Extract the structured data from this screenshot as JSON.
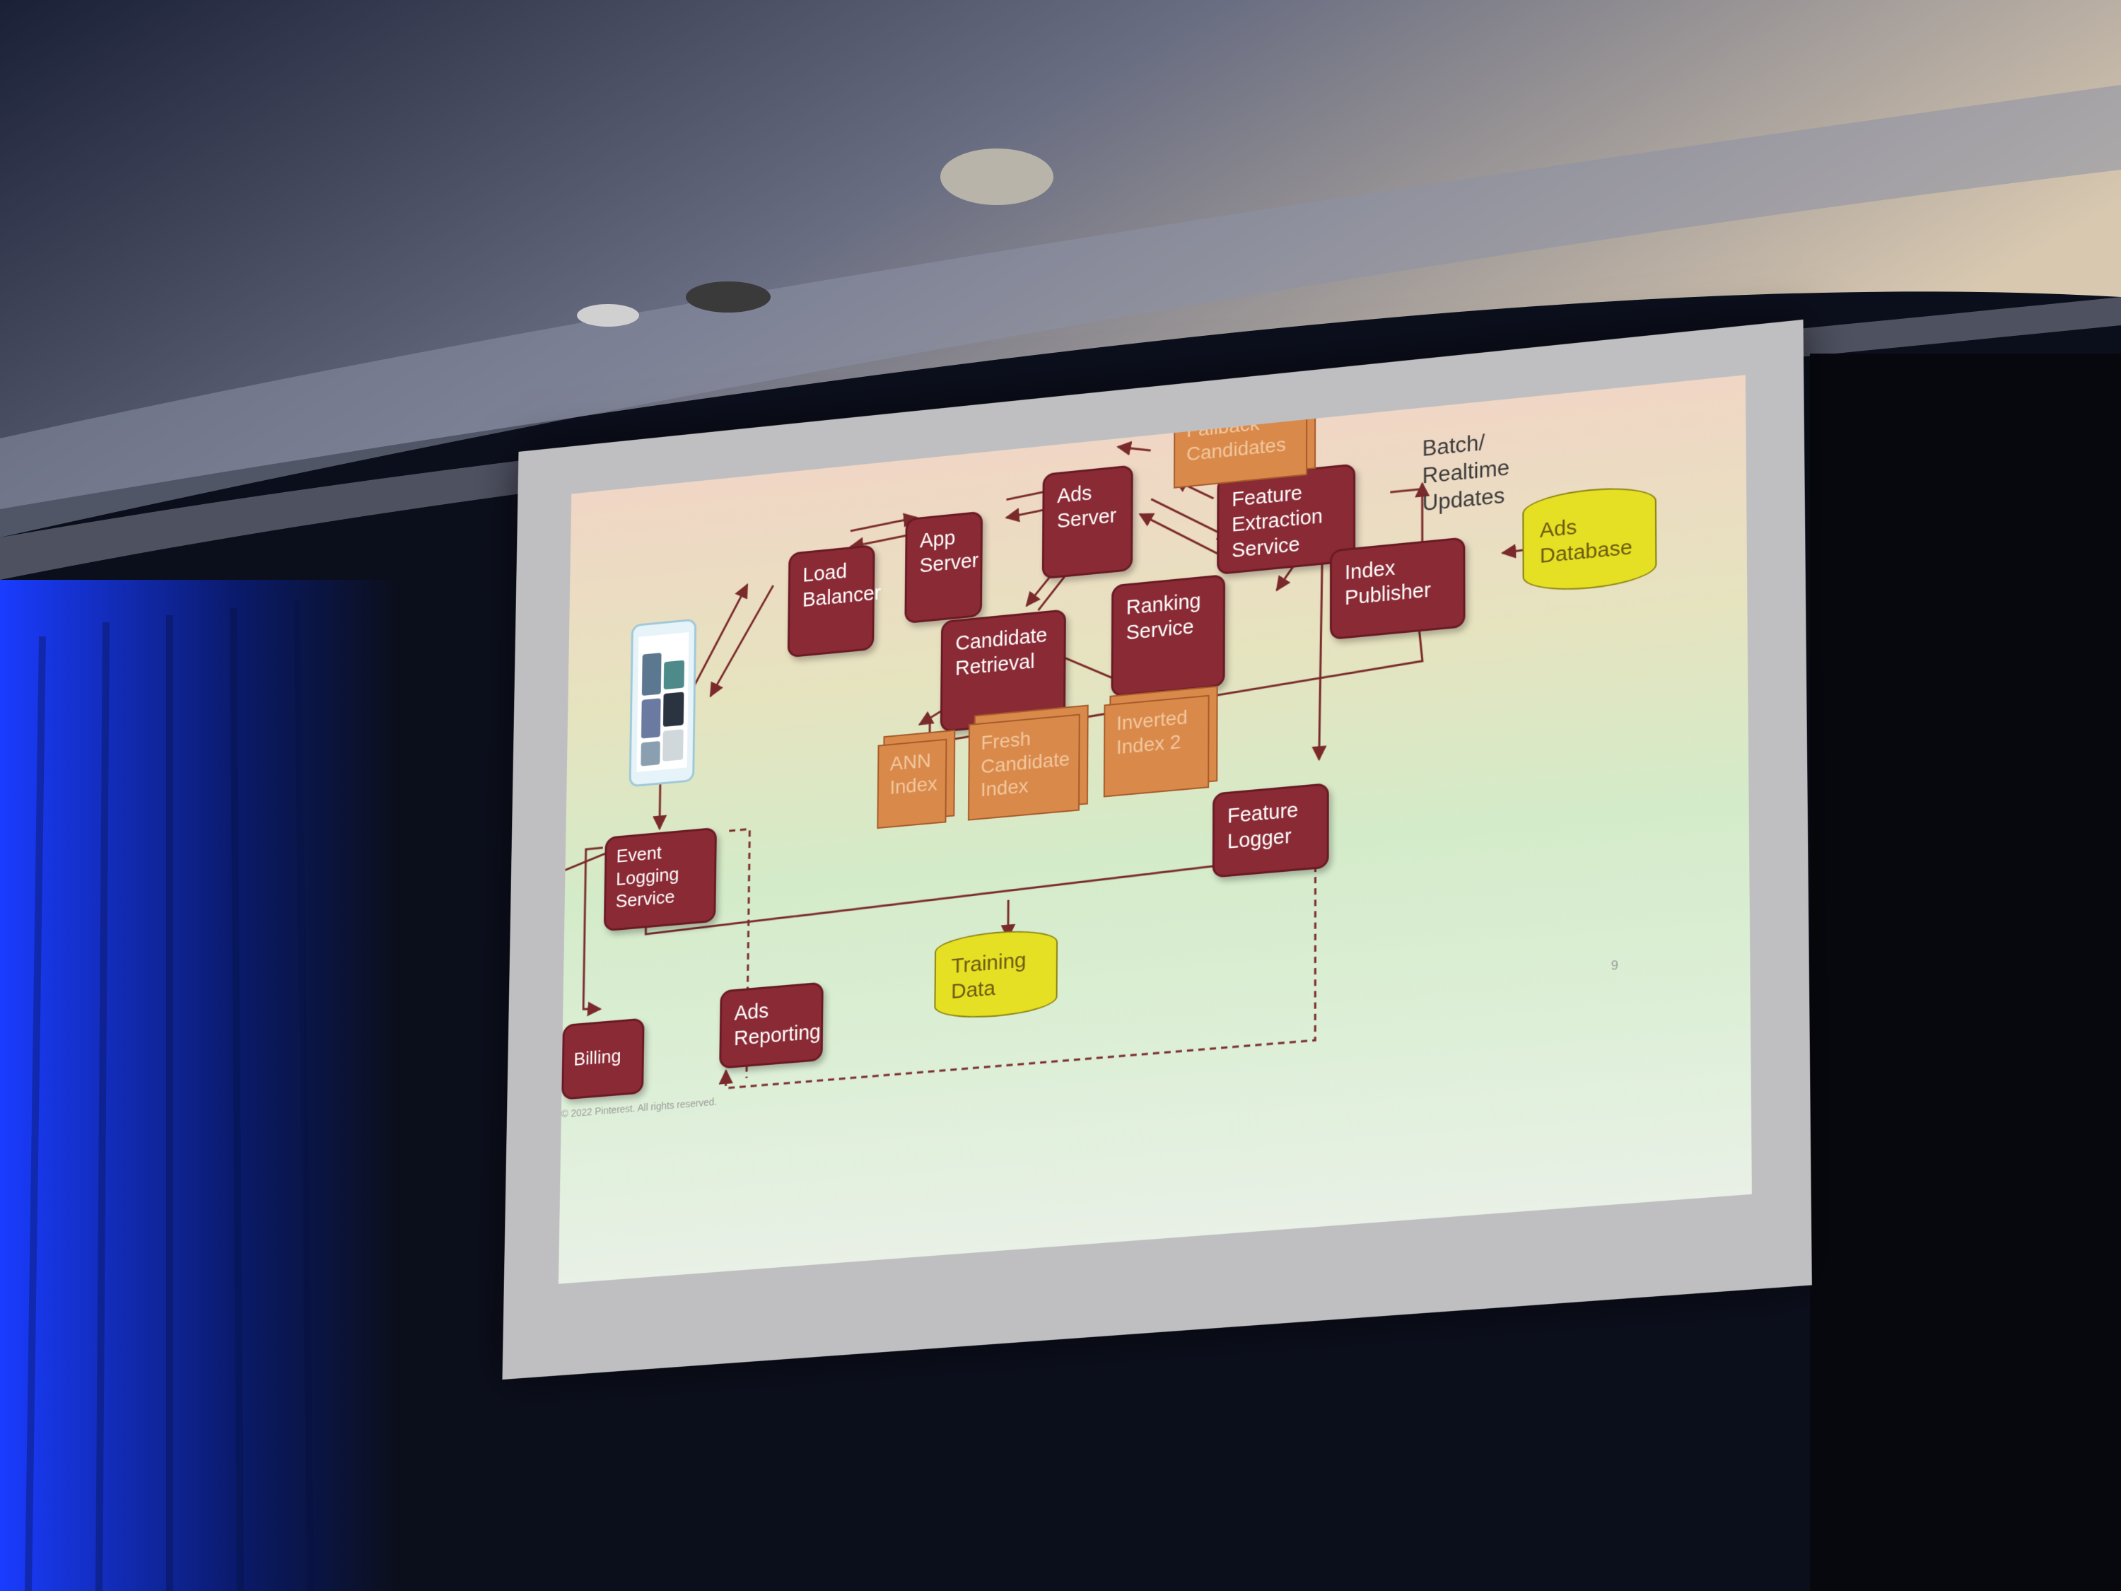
{
  "nodes": {
    "load_balancer": "Load\nBalancer",
    "app_server": "App\nServer",
    "ads_server": "Ads\nServer",
    "feature_extraction": "Feature\nExtraction\nService",
    "candidate_retrieval": "Candidate\nRetrieval",
    "ranking_service": "Ranking\nService",
    "index_publisher": "Index\nPublisher",
    "event_logging": "Event\nLogging\nService",
    "feature_logger": "Feature\nLogger",
    "billing": "Billing",
    "ads_reporting": "Ads\nReporting"
  },
  "stores": {
    "fallback_candidates": "Fallback\nCandidates",
    "ann_index": "ANN\nIndex",
    "fresh_candidate_index": "Fresh\nCandidate\nIndex",
    "inverted_index": "Inverted\nIndex 2"
  },
  "databases": {
    "ads_database": "Ads\nDatabase",
    "training_data": "Training\nData"
  },
  "annotations": {
    "batch_updates": "Batch/\nRealtime\nUpdates"
  },
  "footer": {
    "copyright": "© 2022 Pinterest. All rights reserved.",
    "page_number": "9"
  },
  "colors": {
    "service_box": "#8a2a35",
    "store_box": "#d98a4a",
    "database": "#e6e024",
    "arrow": "#7a2a2a"
  }
}
